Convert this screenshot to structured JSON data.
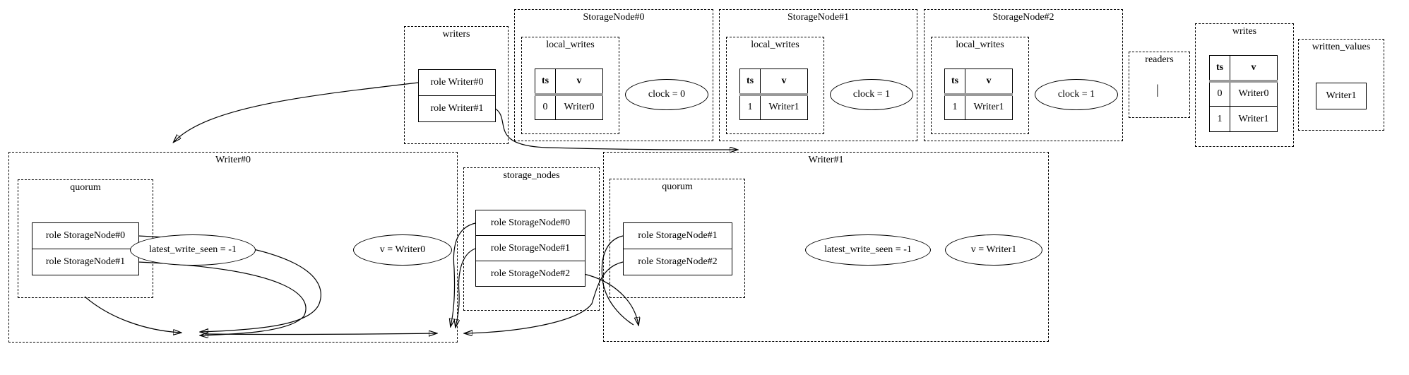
{
  "writers": {
    "label": "writers",
    "rows": [
      "role Writer#0",
      "role Writer#1"
    ]
  },
  "sn0": {
    "label": "StorageNode#0",
    "local_writes_label": "local_writes",
    "col_ts": "ts",
    "col_v": "v",
    "rows": [
      [
        "0",
        "Writer0"
      ]
    ],
    "clock": "clock = 0"
  },
  "sn1": {
    "label": "StorageNode#1",
    "local_writes_label": "local_writes",
    "col_ts": "ts",
    "col_v": "v",
    "rows": [
      [
        "1",
        "Writer1"
      ]
    ],
    "clock": "clock = 1"
  },
  "sn2": {
    "label": "StorageNode#2",
    "local_writes_label": "local_writes",
    "col_ts": "ts",
    "col_v": "v",
    "rows": [
      [
        "1",
        "Writer1"
      ]
    ],
    "clock": "clock = 1"
  },
  "readers": {
    "label": "readers",
    "empty_marker": "|"
  },
  "writes": {
    "label": "writes",
    "col_ts": "ts",
    "col_v": "v",
    "rows": [
      [
        "0",
        "Writer0"
      ],
      [
        "1",
        "Writer1"
      ]
    ]
  },
  "written_values": {
    "label": "written_values",
    "values": [
      "Writer1"
    ]
  },
  "writer0": {
    "label": "Writer#0",
    "quorum_label": "quorum",
    "quorum_rows": [
      "role StorageNode#0",
      "role StorageNode#1"
    ],
    "latest_write_seen": "latest_write_seen = -1",
    "v": "v = Writer0"
  },
  "storage_nodes": {
    "label": "storage_nodes",
    "rows": [
      "role StorageNode#0",
      "role StorageNode#1",
      "role StorageNode#2"
    ]
  },
  "writer1": {
    "label": "Writer#1",
    "quorum_label": "quorum",
    "quorum_rows": [
      "role StorageNode#1",
      "role StorageNode#2"
    ],
    "latest_write_seen": "latest_write_seen = -1",
    "v": "v = Writer1"
  }
}
